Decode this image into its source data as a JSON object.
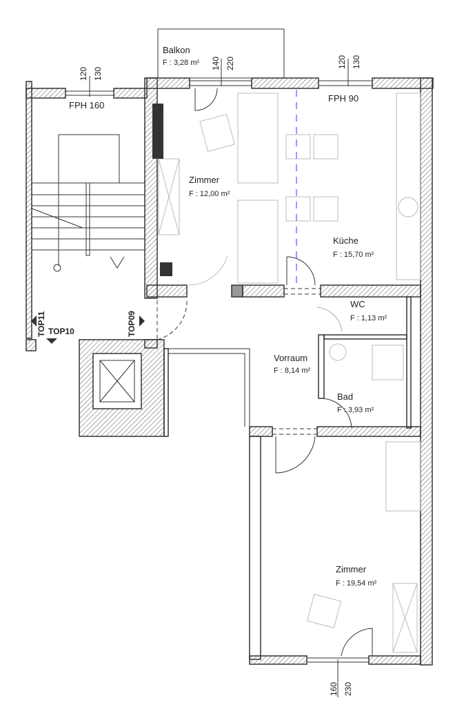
{
  "rooms": [
    {
      "name": "Balkon",
      "area": "F : 3,28 m²"
    },
    {
      "name": "Zimmer",
      "area": "F : 12,00 m²"
    },
    {
      "name": "Küche",
      "area": "F : 15,70 m²"
    },
    {
      "name": "WC",
      "area": "F : 1,13 m²"
    },
    {
      "name": "Vorraum",
      "area": "F : 8,14 m²"
    },
    {
      "name": "Bad",
      "area": "F : 3,93 m²"
    },
    {
      "name": "Zimmer",
      "area": "F : 19,54 m²"
    }
  ],
  "windows": [
    {
      "label": "FPH 160",
      "dims": [
        "120",
        "130"
      ]
    },
    {
      "label": "",
      "dims": [
        "140",
        "220"
      ]
    },
    {
      "label": "FPH 90",
      "dims": [
        "120",
        "130"
      ]
    },
    {
      "label": "",
      "dims": [
        "160",
        "230"
      ]
    }
  ],
  "units": [
    "TOP11",
    "TOP10",
    "TOP09"
  ],
  "colors": {
    "wall": "#333333",
    "hatch": "#555555",
    "annotation": "#3a3ad0"
  }
}
